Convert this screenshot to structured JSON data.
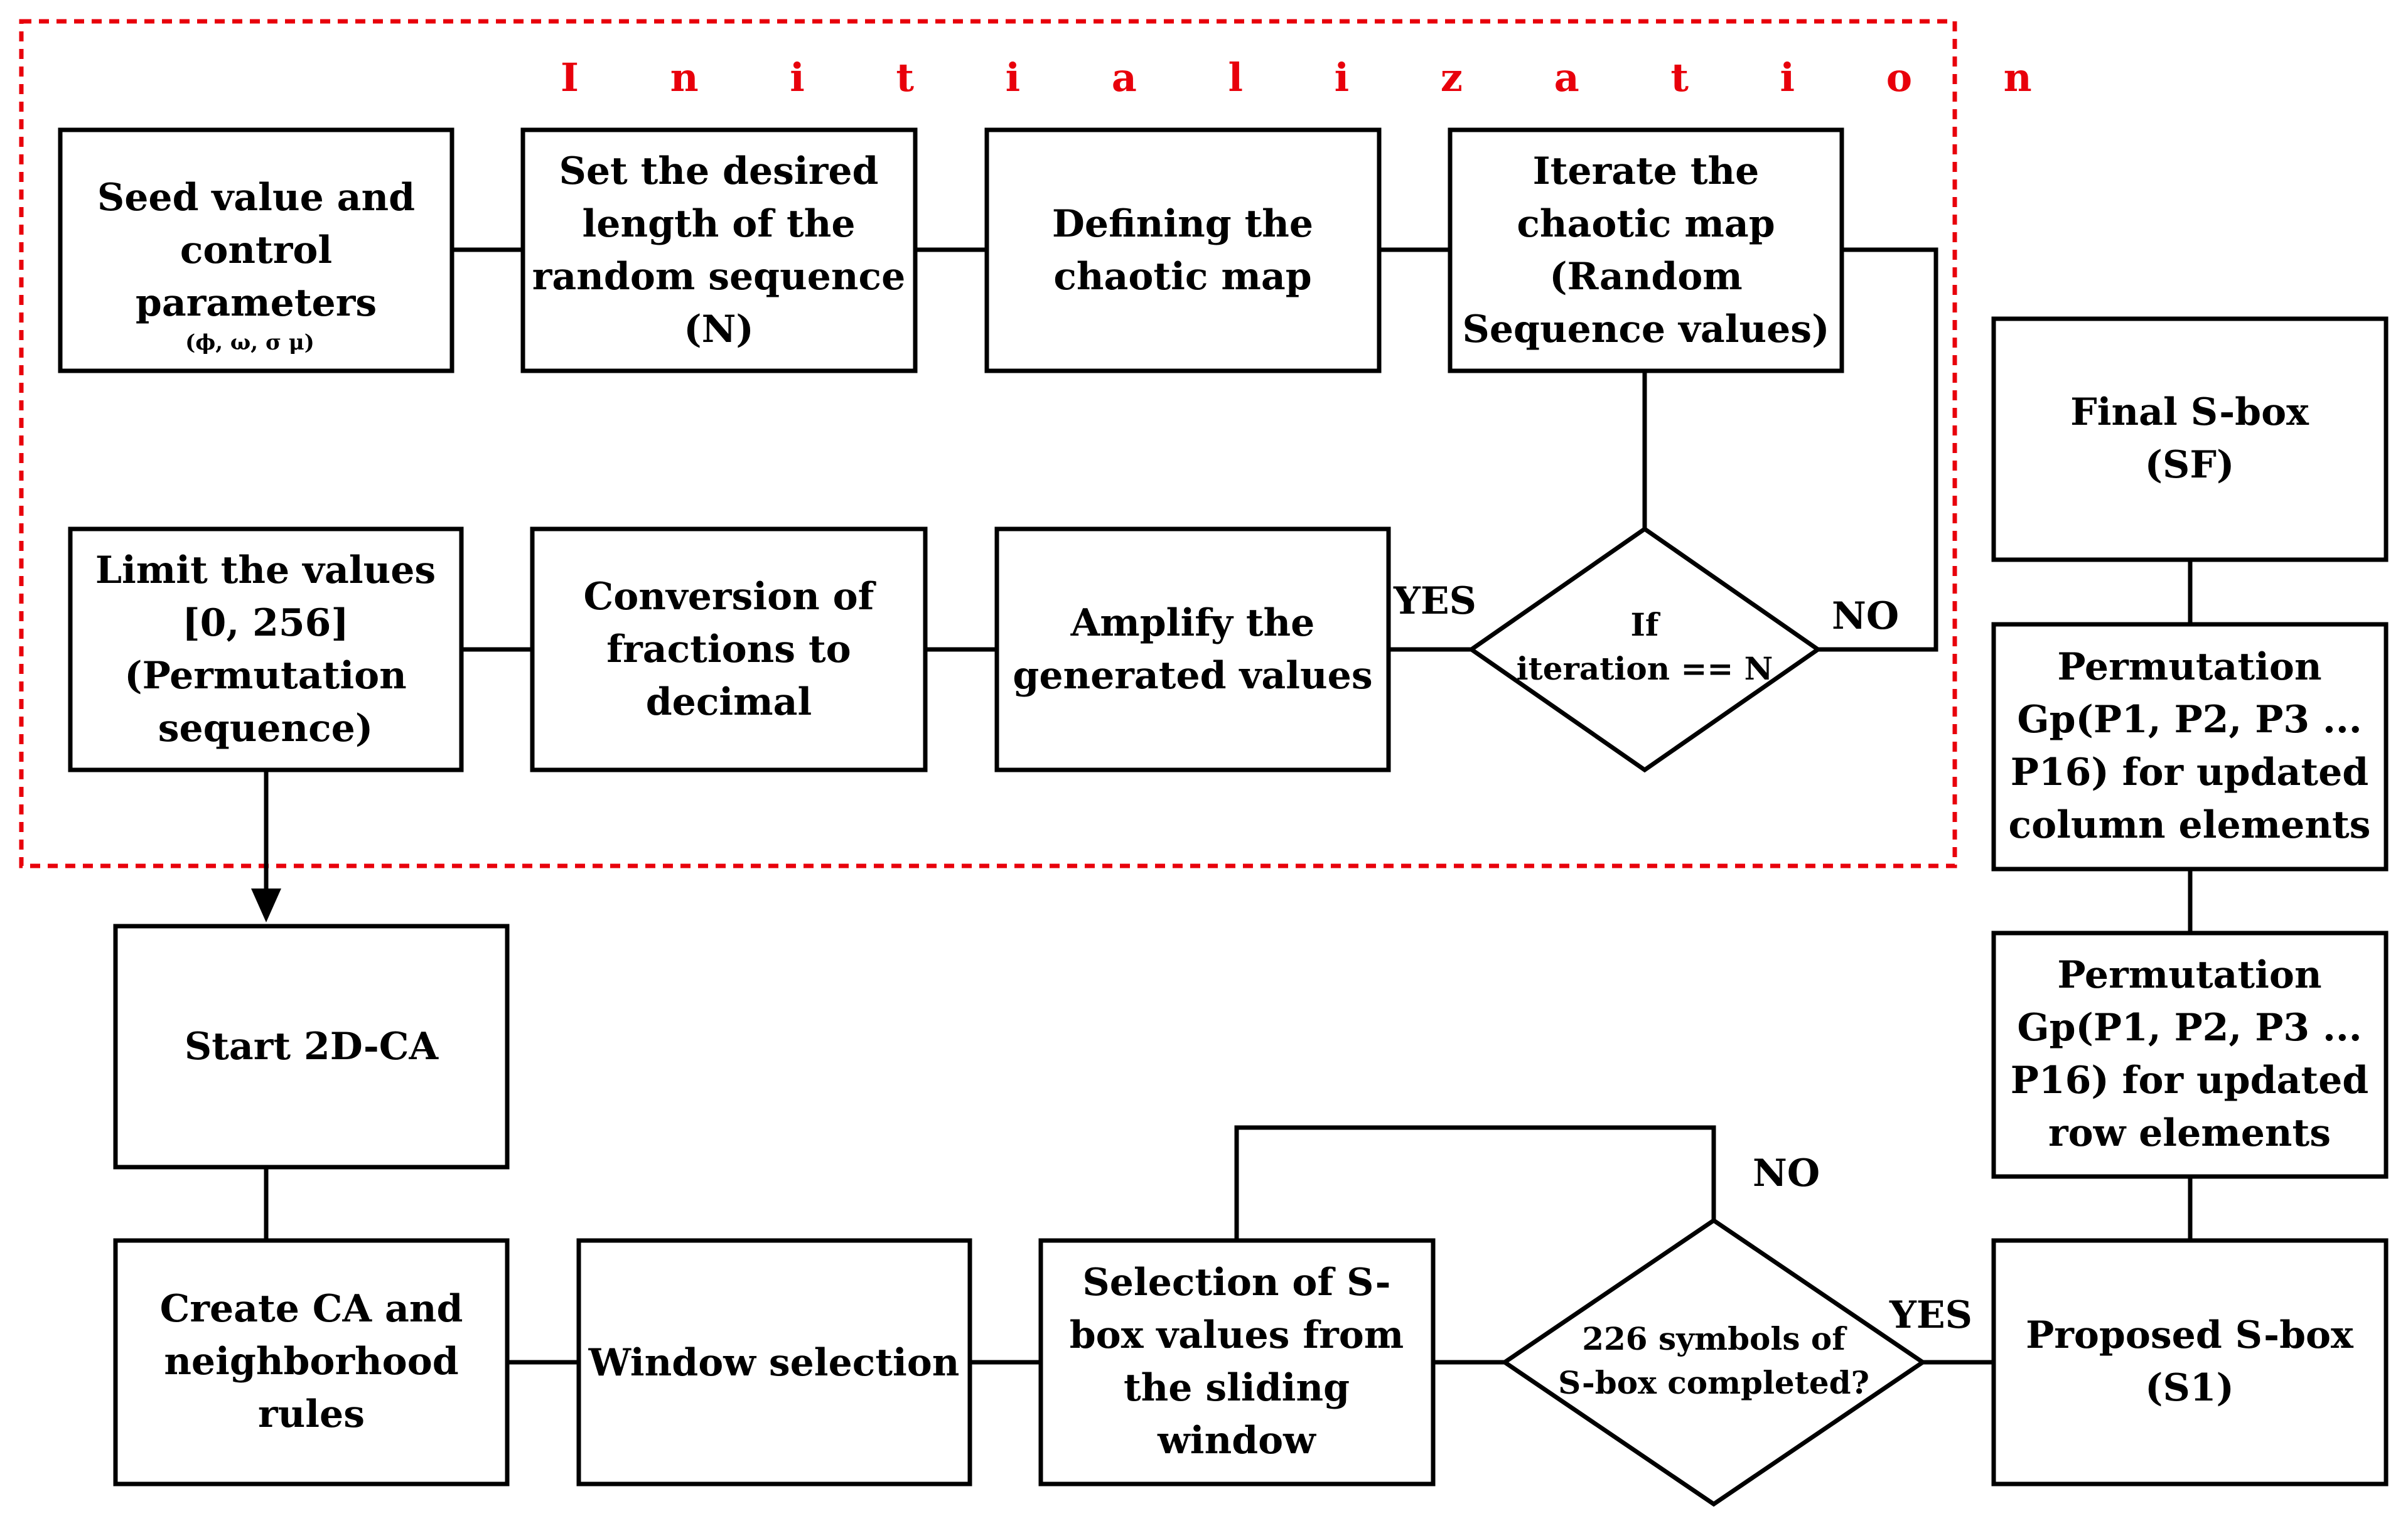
{
  "initialization": {
    "title": "I n i t i a l i z a t i o n",
    "color": "#e8000b"
  },
  "boxes": {
    "seed": {
      "lines": [
        "Seed value and",
        "control",
        "parameters"
      ],
      "sub": "(ϕ, ω, σ μ)"
    },
    "set_length": {
      "lines": [
        "Set the desired",
        "length of the",
        "random sequence",
        "(N)"
      ]
    },
    "define_map": {
      "lines": [
        "Defining the",
        "chaotic map"
      ]
    },
    "iterate": {
      "lines": [
        "Iterate the",
        "chaotic map",
        "(Random",
        "Sequence values)"
      ]
    },
    "limit": {
      "lines": [
        "Limit the values",
        "[0, 256]",
        "(Permutation",
        "sequence)"
      ]
    },
    "conversion": {
      "lines": [
        "Conversion  of",
        "fractions to",
        "decimal"
      ]
    },
    "amplify": {
      "lines": [
        "Amplify the",
        "generated values"
      ]
    },
    "final": {
      "lines": [
        "Final S-box",
        "(SF)"
      ]
    },
    "perm_col": {
      "lines": [
        "Permutation",
        "Gp(P1, P2, P3 ...",
        "P16) for updated",
        "column elements"
      ]
    },
    "perm_row": {
      "lines": [
        "Permutation",
        "Gp(P1, P2, P3 ...",
        "P16) for updated",
        "row elements"
      ]
    },
    "start": {
      "lines": [
        "Start 2D-CA"
      ]
    },
    "create": {
      "lines": [
        "Create CA and",
        "neighborhood",
        "rules"
      ]
    },
    "window": {
      "lines": [
        "Window selection"
      ]
    },
    "selection": {
      "lines": [
        "Selection of S-",
        "box values from",
        "the sliding",
        "window"
      ]
    },
    "proposed": {
      "lines": [
        "Proposed S-box",
        "(S1)"
      ]
    }
  },
  "decisions": {
    "iteration": {
      "lines": [
        "If",
        "iteration == N"
      ]
    },
    "symbols": {
      "lines": [
        "226 symbols of",
        "S-box completed?"
      ]
    }
  },
  "labels": {
    "yes_top": "YES",
    "no_top": "NO",
    "no_bottom": "NO",
    "yes_bottom": "YES"
  }
}
